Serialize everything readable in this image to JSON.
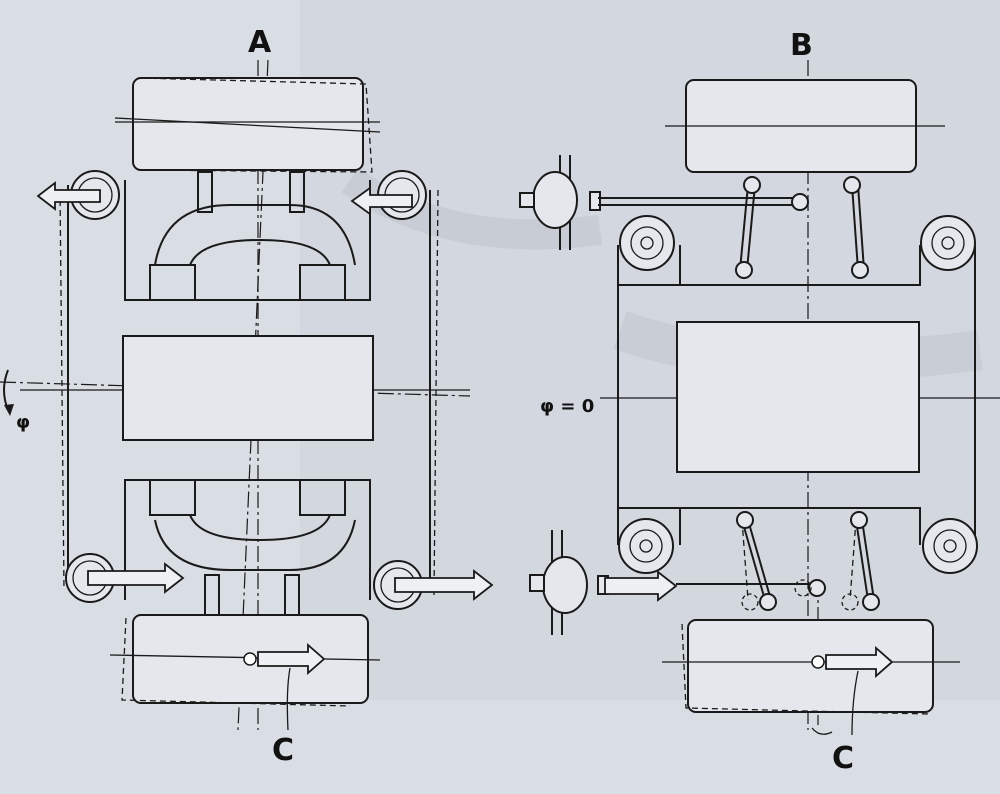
{
  "labels": {
    "a": "A",
    "b": "B",
    "c_left": "C",
    "c_right": "C",
    "phi_left": "φ",
    "phi_right": "φ = 0"
  },
  "colors": {
    "background": "#d9dde4",
    "ink": "#1a1a1a"
  }
}
